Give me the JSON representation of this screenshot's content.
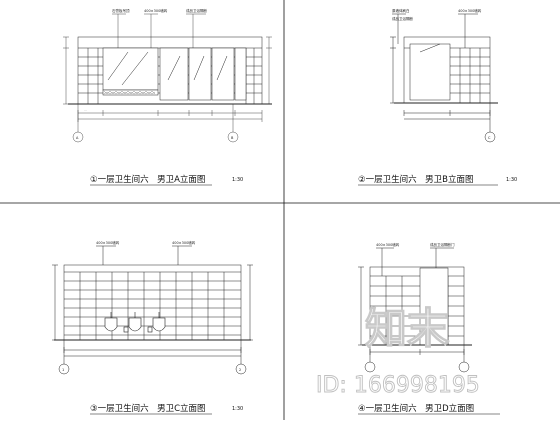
{
  "panels": [
    {
      "caption": "①一层卫生间六　男卫A立面图",
      "scale": "1:30",
      "notes": [
        "石膏板吊顶",
        "400×300墙砖",
        "成品卫浴隔断"
      ],
      "axis_left": "A",
      "axis_right": "B"
    },
    {
      "caption": "②一层卫生间六　男卫B立面图",
      "scale": "1:30",
      "notes": [
        "原墙体刷白",
        "成品卫浴隔断",
        "400×300墙砖"
      ],
      "axis_left": "",
      "axis_right": "C"
    },
    {
      "caption": "③一层卫生间六　男卫C立面图",
      "scale": "1:30",
      "notes": [
        "400×300墙砖",
        "400×300墙砖"
      ],
      "axis_left": "1",
      "axis_right": "2"
    },
    {
      "caption": "④一层卫生间六　男卫D立面图",
      "scale": "",
      "notes": [
        "400×300墙砖",
        "成品卫浴隔断门"
      ],
      "axis_left": "",
      "axis_right": ""
    }
  ],
  "watermark": {
    "logo": "知末",
    "id": "ID: 166998195"
  }
}
